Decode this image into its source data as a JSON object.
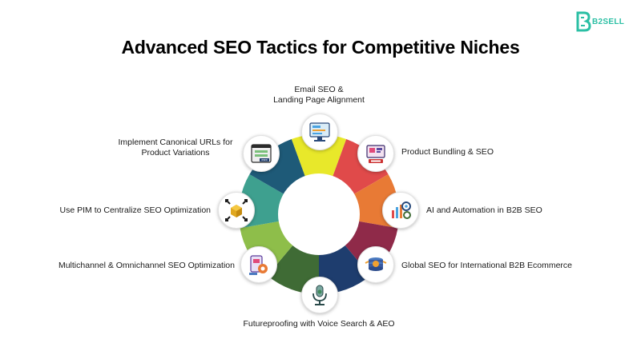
{
  "title": "Advanced SEO Tactics for Competitive Niches",
  "brand": {
    "name": "B2SELL",
    "letter": "B",
    "color": "#2bbfa4"
  },
  "wheel_colors": [
    "#e8e82a",
    "#e04a4a",
    "#e87a35",
    "#8f2a49",
    "#1e3d6e",
    "#3f6b35",
    "#8ebe4a",
    "#3ea08f",
    "#1e5a78"
  ],
  "tactics": [
    {
      "label": "Email SEO &\nLanding Page Alignment",
      "icon": "email-landing-page-icon"
    },
    {
      "label": "Product Bundling & SEO",
      "icon": "product-bundling-icon"
    },
    {
      "label": "AI and Automation in B2B SEO",
      "icon": "ai-automation-icon"
    },
    {
      "label": "Global SEO for International B2B Ecommerce",
      "icon": "global-seo-icon"
    },
    {
      "label": "Futureproofing with Voice Search & AEO",
      "icon": "voice-search-icon"
    },
    {
      "label": "Multichannel & Omnichannel SEO Optimization",
      "icon": "multichannel-icon"
    },
    {
      "label": "Use PIM to Centralize SEO Optimization",
      "icon": "pim-cube-icon"
    },
    {
      "label": "Implement Canonical URLs for\nProduct Variations",
      "icon": "canonical-url-icon"
    }
  ]
}
